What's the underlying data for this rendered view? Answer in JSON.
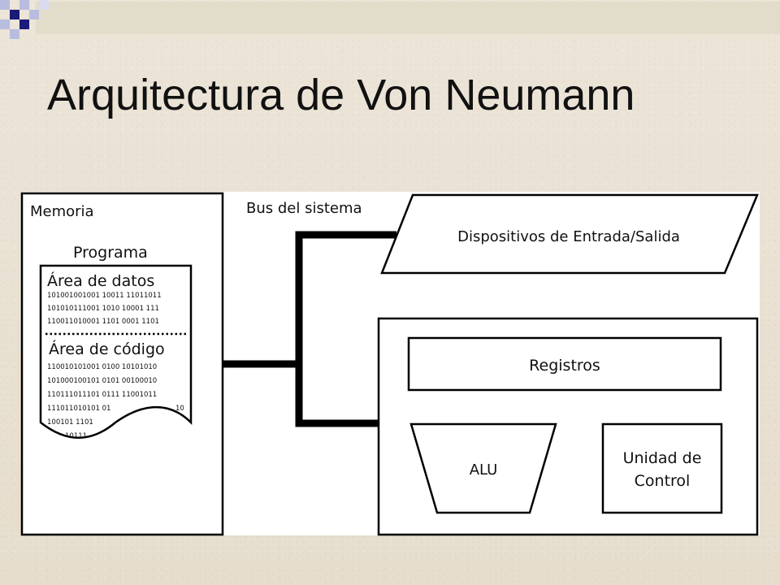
{
  "slide": {
    "title": "Arquitectura de Von Neumann"
  },
  "diagram": {
    "memory": {
      "label": "Memoria",
      "program_label": "Programa",
      "data_area_label": "Área de datos",
      "data_bits": [
        "101001001001 10011 11011011",
        "101010111001 1010 10001 111",
        "110011010001 1101 0001 1101"
      ],
      "code_area_label": "Área de código",
      "code_bits": [
        "110010101001 0100 10101010",
        "101000100101 0101 00100010",
        "110111011101 0111 11001011",
        "111011010101 01",
        "100101 1101",
        "10111"
      ],
      "code_bits_tail": "10"
    },
    "bus_label": "Bus del sistema",
    "io_label": "Dispositivos de Entrada/Salida",
    "cpu": {
      "registers_label": "Registros",
      "alu_label": "ALU",
      "control_unit_line1": "Unidad de",
      "control_unit_line2": "Control"
    }
  },
  "colors": {
    "deco_dark": "#1a1a78",
    "deco_light": "#b8bde0",
    "title_bar": "#e2dccb"
  }
}
